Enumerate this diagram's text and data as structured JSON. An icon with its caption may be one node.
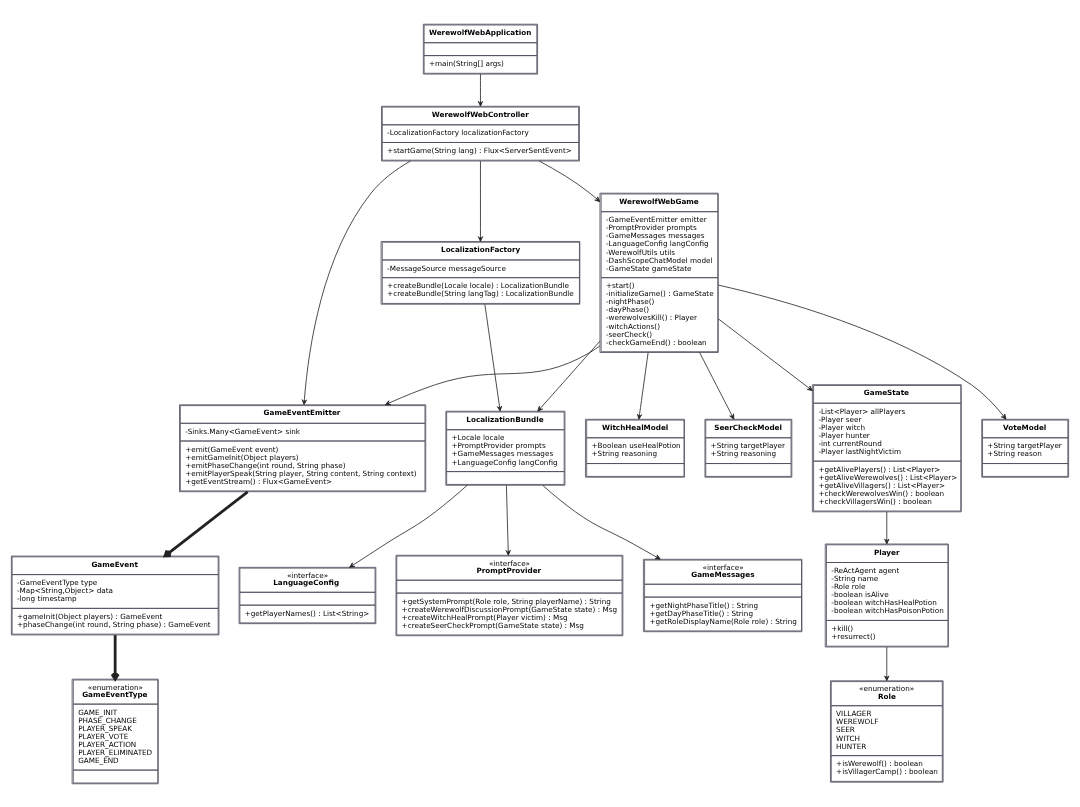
{
  "diagram": {
    "nodes": [
      {
        "text": [
          "WerewolfWebApplication",
          "+main(String[] args)"
        ]
      },
      {
        "text": [
          "WerewolfWebController",
          "-LocalizationFactory localizationFactory",
          "+startGame(String lang) : Flux<ServerSentEvent>"
        ]
      },
      {
        "text": [
          "WerewolfWebGame",
          "-GameEventEmitter emitter",
          "-PromptProvider prompts",
          "-GameMessages messages",
          "-LanguageConfig langConfig",
          "-WerewolfUtils utils",
          "-DashScopeChatModel model",
          "-GameState gameState",
          "+start()",
          "-initializeGame() : GameState",
          "-nightPhase()",
          "-dayPhase()",
          "-werewolvesKill() : Player",
          "-witchActions()",
          "-seerCheck()",
          "-checkGameEnd() : boolean"
        ]
      },
      {
        "text": [
          "LocalizationFactory",
          "-MessageSource messageSource",
          "+createBundle(Locale locale) : LocalizationBundle",
          "+createBundle(String langTag) : LocalizationBundle"
        ]
      },
      {
        "text": [
          "GameState",
          "-List<Player> allPlayers",
          "-Player seer",
          "-Player witch",
          "-Player hunter",
          "-int currentRound",
          "-Player lastNightVictim",
          "+getAlivePlayers() : List<Player>",
          "+getAliveWerewolves() : List<Player>",
          "+getAliveVillagers() : List<Player>",
          "+checkWerewolvesWin() : boolean",
          "+checkVillagersWin() : boolean"
        ]
      },
      {
        "text": [
          "GameEventEmitter",
          "-Sinks.Many<GameEvent> sink",
          "+emit(GameEvent event)",
          "+emitGameInit(Object players)",
          "+emitPhaseChange(int round, String phase)",
          "+emitPlayerSpeak(String player, String content, String context)",
          "+getEventStream() : Flux<GameEvent>"
        ]
      },
      {
        "text": [
          "LocalizationBundle",
          "+Locale locale",
          "+PromptProvider prompts",
          "+GameMessages messages",
          "+LanguageConfig langConfig"
        ]
      },
      {
        "text": [
          "VoteModel",
          "+String targetPlayer",
          "+String reason"
        ]
      },
      {
        "text": [
          "WitchHealModel",
          "+Boolean useHealPotion",
          "+String reasoning"
        ]
      },
      {
        "text": [
          "SeerCheckModel",
          "+String targetPlayer",
          "+String reasoning"
        ]
      },
      {
        "text": [
          "Player",
          "-ReActAgent agent",
          "-String name",
          "-Role role",
          "-boolean isAlive",
          "-boolean witchHasHealPotion",
          "-boolean witchHasPoisonPotion",
          "+kill()",
          "+resurrect()"
        ]
      },
      {
        "text": [
          "GameEvent",
          "-GameEventType type",
          "-Map<String,Object> data",
          "-long timestamp",
          "+gameInit(Object players) : GameEvent",
          "+phaseChange(int round, String phase) : GameEvent"
        ]
      },
      {
        "text": [
          "«interface»",
          "PromptProvider",
          "+getSystemPrompt(Role role, String playerName) : String",
          "+createWerewolfDiscussionPrompt(GameState state) : Msg",
          "+createWitchHealPrompt(Player victim) : Msg",
          "+createSeerCheckPrompt(GameState state) : Msg"
        ]
      },
      {
        "text": [
          "«interface»",
          "GameMessages",
          "+getNightPhaseTitle() : String",
          "+getDayPhaseTitle() : String",
          "+getRoleDisplayName(Role role) : String"
        ]
      },
      {
        "text": [
          "«interface»",
          "LanguageConfig",
          "+getPlayerNames() : List<String>"
        ]
      },
      {
        "text": [
          "«enumeration»",
          "Role",
          "VILLAGER",
          "WEREWOLF",
          "SEER",
          "WITCH",
          "HUNTER",
          "+isWerewolf() : boolean",
          "+isVillagerCamp() : boolean"
        ]
      },
      {
        "text": [
          "«enumeration»",
          "GameEventType",
          "GAME_INIT",
          "PHASE_CHANGE",
          "PLAYER_SPEAK",
          "PLAYER_VOTE",
          "PLAYER_ACTION",
          "PLAYER_ELIMINATED",
          "GAME_END"
        ]
      }
    ],
    "edges": [
      {
        "from": 0,
        "to": 1,
        "arrow": "to"
      },
      {
        "from": 1,
        "to": 2,
        "arrow": "to"
      },
      {
        "from": 1,
        "to": 5,
        "arrow": "to"
      },
      {
        "from": 1,
        "to": 3,
        "arrow": "to"
      },
      {
        "from": 2,
        "to": 4,
        "arrow": "to"
      },
      {
        "from": 2,
        "to": 5,
        "arrow": "to"
      },
      {
        "from": 2,
        "to": 6,
        "arrow": "to"
      },
      {
        "from": 3,
        "to": 6,
        "arrow": "to"
      },
      {
        "from": 2,
        "to": 7,
        "arrow": "to"
      },
      {
        "from": 2,
        "to": 8,
        "arrow": "to"
      },
      {
        "from": 2,
        "to": 9,
        "arrow": "to"
      },
      {
        "from": 4,
        "to": 10,
        "arrow": "to"
      },
      {
        "from": 5,
        "to": 11,
        "arrow": "to",
        "style": "thick"
      },
      {
        "from": 6,
        "to": 12,
        "arrow": "to"
      },
      {
        "from": 6,
        "to": 13,
        "arrow": "to"
      },
      {
        "from": 6,
        "to": 14,
        "arrow": "to"
      },
      {
        "from": 10,
        "to": 15,
        "arrow": "to"
      },
      {
        "from": 11,
        "to": 16,
        "arrow": "to",
        "style": "thick"
      }
    ]
  }
}
